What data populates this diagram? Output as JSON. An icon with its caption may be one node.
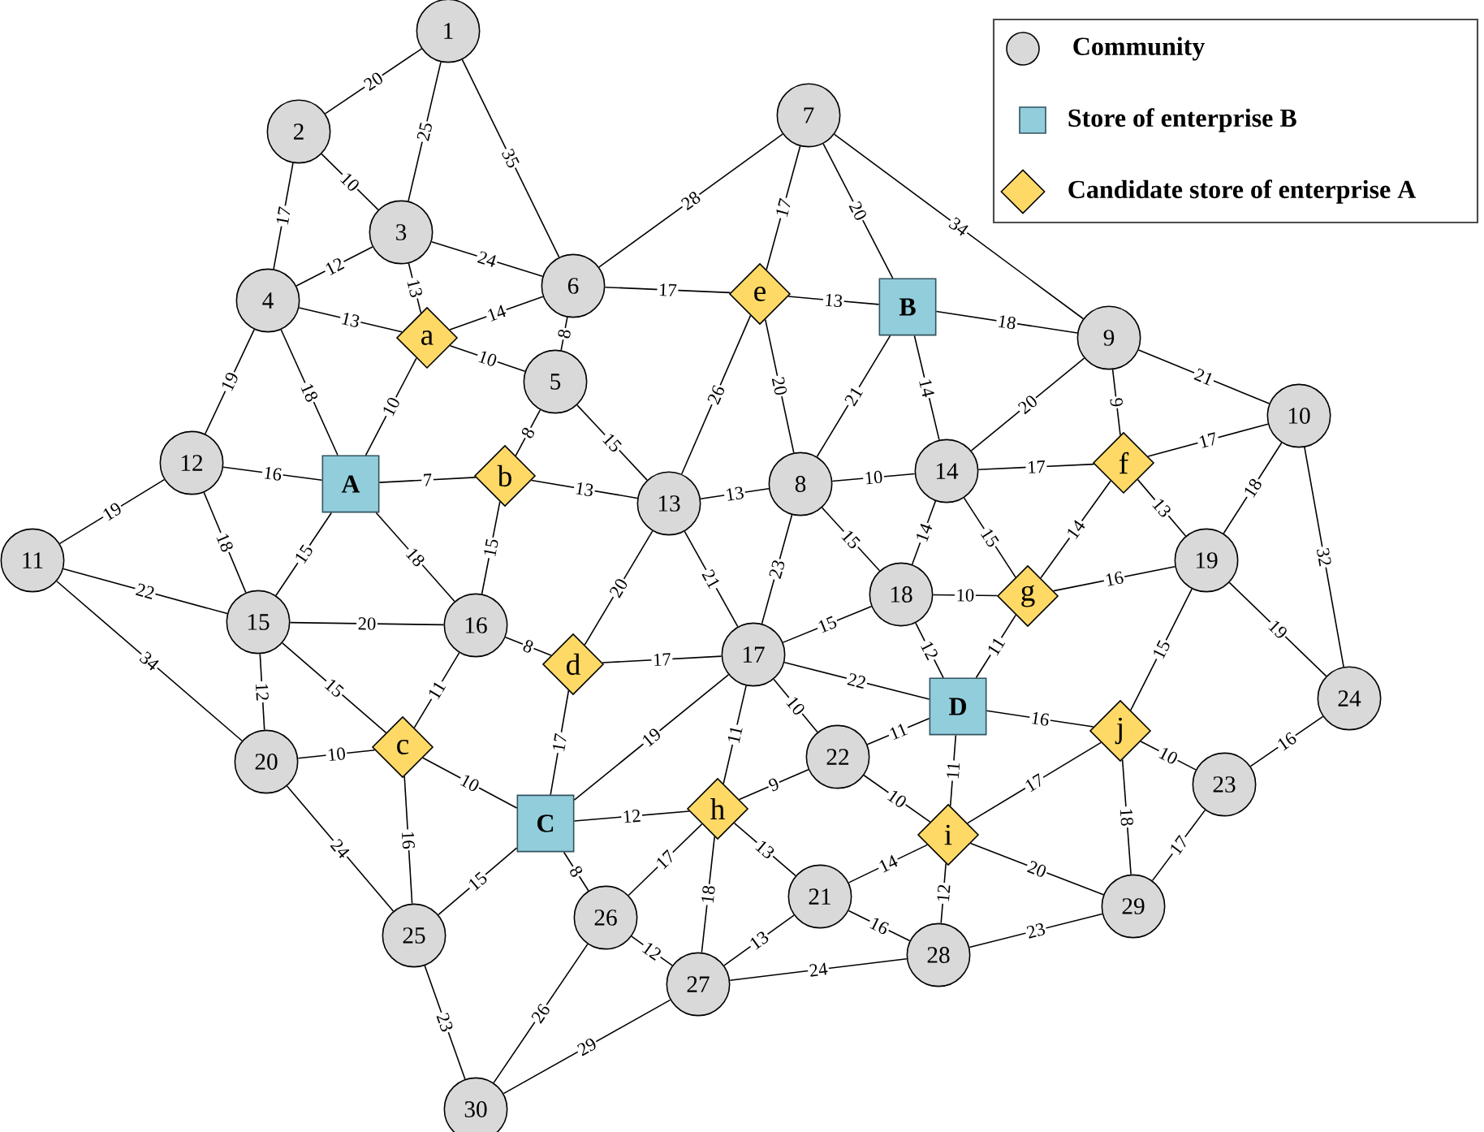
{
  "diagram": {
    "nodes": [
      {
        "text": [
          "1"
        ]
      },
      {
        "text": [
          "2"
        ]
      },
      {
        "text": [
          "3"
        ]
      },
      {
        "text": [
          "4"
        ]
      },
      {
        "text": [
          "5"
        ]
      },
      {
        "text": [
          "6"
        ]
      },
      {
        "text": [
          "7"
        ]
      },
      {
        "text": [
          "8"
        ]
      },
      {
        "text": [
          "9"
        ]
      },
      {
        "text": [
          "10"
        ]
      },
      {
        "text": [
          "11"
        ]
      },
      {
        "text": [
          "12"
        ]
      },
      {
        "text": [
          "13"
        ]
      },
      {
        "text": [
          "14"
        ]
      },
      {
        "text": [
          "15"
        ]
      },
      {
        "text": [
          "16"
        ]
      },
      {
        "text": [
          "17"
        ]
      },
      {
        "text": [
          "18"
        ]
      },
      {
        "text": [
          "19"
        ]
      },
      {
        "text": [
          "20"
        ]
      },
      {
        "text": [
          "21"
        ]
      },
      {
        "text": [
          "22"
        ]
      },
      {
        "text": [
          "23"
        ]
      },
      {
        "text": [
          "24"
        ]
      },
      {
        "text": [
          "25"
        ]
      },
      {
        "text": [
          "26"
        ]
      },
      {
        "text": [
          "27"
        ]
      },
      {
        "text": [
          "28"
        ]
      },
      {
        "text": [
          "29"
        ]
      },
      {
        "text": [
          "30"
        ]
      },
      {
        "text": [
          "A"
        ]
      },
      {
        "text": [
          "B"
        ]
      },
      {
        "text": [
          "C"
        ]
      },
      {
        "text": [
          "D"
        ]
      },
      {
        "text": [
          "a"
        ]
      },
      {
        "text": [
          "b"
        ]
      },
      {
        "text": [
          "c"
        ]
      },
      {
        "text": [
          "d"
        ]
      },
      {
        "text": [
          "e"
        ]
      },
      {
        "text": [
          "f"
        ]
      },
      {
        "text": [
          "g"
        ]
      },
      {
        "text": [
          "h"
        ]
      },
      {
        "text": [
          "i"
        ]
      },
      {
        "text": [
          "j"
        ]
      }
    ],
    "edges": [
      {
        "from": 0,
        "to": 1,
        "arrow": "none",
        "label": "20"
      },
      {
        "from": 0,
        "to": 2,
        "arrow": "none",
        "label": "25"
      },
      {
        "from": 0,
        "to": 5,
        "arrow": "none",
        "label": "35"
      },
      {
        "from": 1,
        "to": 2,
        "arrow": "none",
        "label": "10"
      },
      {
        "from": 1,
        "to": 3,
        "arrow": "none",
        "label": "17"
      },
      {
        "from": 2,
        "to": 3,
        "arrow": "none",
        "label": "12"
      },
      {
        "from": 2,
        "to": 34,
        "arrow": "none",
        "label": "13"
      },
      {
        "from": 2,
        "to": 5,
        "arrow": "none",
        "label": "24"
      },
      {
        "from": 3,
        "to": 34,
        "arrow": "none",
        "label": "13"
      },
      {
        "from": 3,
        "to": 11,
        "arrow": "none",
        "label": "19"
      },
      {
        "from": 3,
        "to": 30,
        "arrow": "none",
        "label": "18"
      },
      {
        "from": 34,
        "to": 5,
        "arrow": "none",
        "label": "14"
      },
      {
        "from": 34,
        "to": 4,
        "arrow": "none",
        "label": "10"
      },
      {
        "from": 34,
        "to": 30,
        "arrow": "none",
        "label": "10"
      },
      {
        "from": 11,
        "to": 30,
        "arrow": "none",
        "label": "16"
      },
      {
        "from": 30,
        "to": 35,
        "arrow": "none",
        "label": "7"
      },
      {
        "from": 11,
        "to": 10,
        "arrow": "none",
        "label": "19"
      },
      {
        "from": 11,
        "to": 14,
        "arrow": "none",
        "label": "18"
      },
      {
        "from": 30,
        "to": 14,
        "arrow": "none",
        "label": "15"
      },
      {
        "from": 30,
        "to": 15,
        "arrow": "none",
        "label": "18"
      },
      {
        "from": 35,
        "to": 15,
        "arrow": "none",
        "label": "15"
      },
      {
        "from": 35,
        "to": 4,
        "arrow": "none",
        "label": "8"
      },
      {
        "from": 35,
        "to": 12,
        "arrow": "none",
        "label": "13"
      },
      {
        "from": 5,
        "to": 4,
        "arrow": "none",
        "label": "8"
      },
      {
        "from": 5,
        "to": 6,
        "arrow": "none",
        "label": "28"
      },
      {
        "from": 5,
        "to": 38,
        "arrow": "none",
        "label": "17"
      },
      {
        "from": 6,
        "to": 38,
        "arrow": "none",
        "label": "17"
      },
      {
        "from": 6,
        "to": 31,
        "arrow": "none",
        "label": "20"
      },
      {
        "from": 6,
        "to": 8,
        "arrow": "none",
        "label": "34"
      },
      {
        "from": 38,
        "to": 31,
        "arrow": "none",
        "label": "13"
      },
      {
        "from": 38,
        "to": 12,
        "arrow": "none",
        "label": "26"
      },
      {
        "from": 38,
        "to": 7,
        "arrow": "none",
        "label": "20"
      },
      {
        "from": 31,
        "to": 7,
        "arrow": "none",
        "label": "21"
      },
      {
        "from": 31,
        "to": 13,
        "arrow": "none",
        "label": "14"
      },
      {
        "from": 31,
        "to": 8,
        "arrow": "none",
        "label": "18"
      },
      {
        "from": 4,
        "to": 12,
        "arrow": "none",
        "label": "15"
      },
      {
        "from": 12,
        "to": 7,
        "arrow": "none",
        "label": "13"
      },
      {
        "from": 7,
        "to": 13,
        "arrow": "none",
        "label": "10"
      },
      {
        "from": 7,
        "to": 17,
        "arrow": "none",
        "label": "15"
      },
      {
        "from": 7,
        "to": 16,
        "arrow": "none",
        "label": "23"
      },
      {
        "from": 12,
        "to": 16,
        "arrow": "none",
        "label": "21"
      },
      {
        "from": 12,
        "to": 37,
        "arrow": "none",
        "label": "20"
      },
      {
        "from": 13,
        "to": 17,
        "arrow": "none",
        "label": "14"
      },
      {
        "from": 13,
        "to": 40,
        "arrow": "none",
        "label": "15"
      },
      {
        "from": 13,
        "to": 8,
        "arrow": "none",
        "label": "20"
      },
      {
        "from": 13,
        "to": 39,
        "arrow": "none",
        "label": "17"
      },
      {
        "from": 8,
        "to": 39,
        "arrow": "none",
        "label": "9"
      },
      {
        "from": 8,
        "to": 9,
        "arrow": "none",
        "label": "21"
      },
      {
        "from": 39,
        "to": 9,
        "arrow": "none",
        "label": "17"
      },
      {
        "from": 39,
        "to": 18,
        "arrow": "none",
        "label": "13"
      },
      {
        "from": 39,
        "to": 40,
        "arrow": "none",
        "label": "14"
      },
      {
        "from": 9,
        "to": 18,
        "arrow": "none",
        "label": "18"
      },
      {
        "from": 9,
        "to": 23,
        "arrow": "none",
        "label": "32"
      },
      {
        "from": 10,
        "to": 14,
        "arrow": "none",
        "label": "22"
      },
      {
        "from": 10,
        "to": 19,
        "arrow": "none",
        "label": "34"
      },
      {
        "from": 14,
        "to": 15,
        "arrow": "none",
        "label": "20"
      },
      {
        "from": 14,
        "to": 19,
        "arrow": "none",
        "label": "12"
      },
      {
        "from": 14,
        "to": 36,
        "arrow": "none",
        "label": "15"
      },
      {
        "from": 15,
        "to": 36,
        "arrow": "none",
        "label": "11"
      },
      {
        "from": 15,
        "to": 37,
        "arrow": "none",
        "label": "8"
      },
      {
        "from": 19,
        "to": 36,
        "arrow": "none",
        "label": "10"
      },
      {
        "from": 19,
        "to": 24,
        "arrow": "none",
        "label": "24"
      },
      {
        "from": 36,
        "to": 24,
        "arrow": "none",
        "label": "16"
      },
      {
        "from": 36,
        "to": 32,
        "arrow": "none",
        "label": "10"
      },
      {
        "from": 24,
        "to": 32,
        "arrow": "none",
        "label": "15"
      },
      {
        "from": 24,
        "to": 29,
        "arrow": "none",
        "label": "23"
      },
      {
        "from": 37,
        "to": 16,
        "arrow": "none",
        "label": "17"
      },
      {
        "from": 37,
        "to": 32,
        "arrow": "none",
        "label": "17"
      },
      {
        "from": 32,
        "to": 16,
        "arrow": "none",
        "label": "19"
      },
      {
        "from": 32,
        "to": 41,
        "arrow": "none",
        "label": "12"
      },
      {
        "from": 32,
        "to": 25,
        "arrow": "none",
        "label": "8"
      },
      {
        "from": 16,
        "to": 17,
        "arrow": "none",
        "label": "15"
      },
      {
        "from": 16,
        "to": 33,
        "arrow": "none",
        "label": "22"
      },
      {
        "from": 16,
        "to": 21,
        "arrow": "none",
        "label": "10"
      },
      {
        "from": 16,
        "to": 41,
        "arrow": "none",
        "label": "11"
      },
      {
        "from": 17,
        "to": 40,
        "arrow": "none",
        "label": "10"
      },
      {
        "from": 17,
        "to": 33,
        "arrow": "none",
        "label": "12"
      },
      {
        "from": 40,
        "to": 33,
        "arrow": "none",
        "label": "11"
      },
      {
        "from": 40,
        "to": 18,
        "arrow": "none",
        "label": "16"
      },
      {
        "from": 21,
        "to": 33,
        "arrow": "none",
        "label": "11"
      },
      {
        "from": 21,
        "to": 41,
        "arrow": "none",
        "label": "9"
      },
      {
        "from": 21,
        "to": 42,
        "arrow": "none",
        "label": "10"
      },
      {
        "from": 33,
        "to": 42,
        "arrow": "none",
        "label": "11"
      },
      {
        "from": 33,
        "to": 43,
        "arrow": "none",
        "label": "16"
      },
      {
        "from": 41,
        "to": 25,
        "arrow": "none",
        "label": "17"
      },
      {
        "from": 41,
        "to": 26,
        "arrow": "none",
        "label": "18"
      },
      {
        "from": 41,
        "to": 20,
        "arrow": "none",
        "label": "13"
      },
      {
        "from": 20,
        "to": 42,
        "arrow": "none",
        "label": "14"
      },
      {
        "from": 20,
        "to": 27,
        "arrow": "none",
        "label": "16"
      },
      {
        "from": 20,
        "to": 26,
        "arrow": "none",
        "label": "13"
      },
      {
        "from": 42,
        "to": 27,
        "arrow": "none",
        "label": "12"
      },
      {
        "from": 42,
        "to": 43,
        "arrow": "none",
        "label": "17"
      },
      {
        "from": 42,
        "to": 28,
        "arrow": "none",
        "label": "20"
      },
      {
        "from": 25,
        "to": 26,
        "arrow": "none",
        "label": "12"
      },
      {
        "from": 25,
        "to": 29,
        "arrow": "none",
        "label": "26"
      },
      {
        "from": 26,
        "to": 29,
        "arrow": "none",
        "label": "29"
      },
      {
        "from": 26,
        "to": 27,
        "arrow": "none",
        "label": "24"
      },
      {
        "from": 27,
        "to": 28,
        "arrow": "none",
        "label": "23"
      },
      {
        "from": 18,
        "to": 43,
        "arrow": "none",
        "label": "15"
      },
      {
        "from": 18,
        "to": 23,
        "arrow": "none",
        "label": "19"
      },
      {
        "from": 43,
        "to": 22,
        "arrow": "none",
        "label": "10"
      },
      {
        "from": 43,
        "to": 28,
        "arrow": "none",
        "label": "18"
      },
      {
        "from": 22,
        "to": 23,
        "arrow": "none",
        "label": "16"
      },
      {
        "from": 22,
        "to": 28,
        "arrow": "none",
        "label": "17"
      }
    ],
    "legend": [
      {
        "text": "Community"
      },
      {
        "text": "Store of enterprise B"
      },
      {
        "text": "Candidate store of enterprise A"
      }
    ]
  }
}
